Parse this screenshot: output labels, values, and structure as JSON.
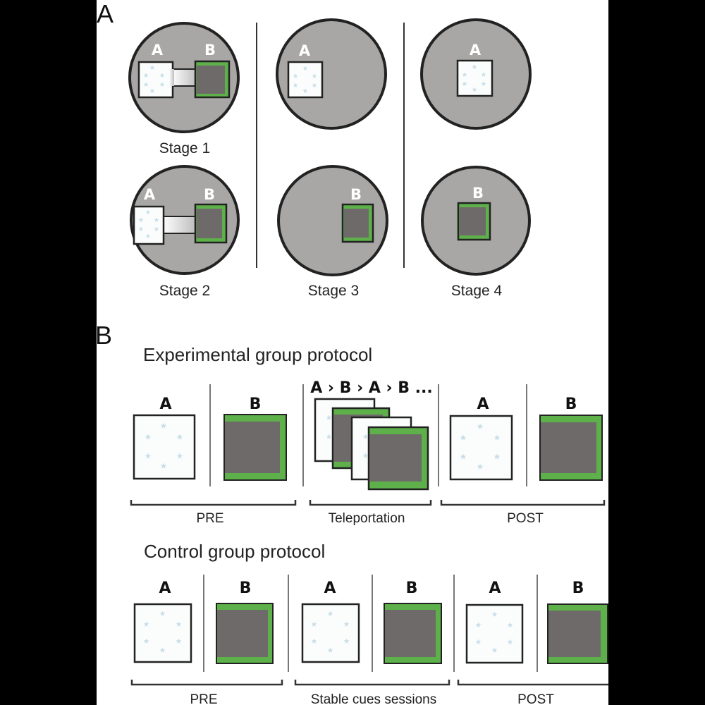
{
  "colors": {
    "arena_fill": "#a8a7a6",
    "arena_stroke": "#222222",
    "box_a_fill": "#fbfcfc",
    "box_b_fill": "#6e6a69",
    "green": "#5db04a",
    "star": "#c9dfe8",
    "divider": "#777777"
  },
  "panel_a": {
    "letter": "A",
    "stages": [
      {
        "label": "Stage 1",
        "letters": [
          "A",
          "B"
        ]
      },
      {
        "label": "Stage 2",
        "letters": [
          "A",
          "B"
        ]
      },
      {
        "label": "Stage 3",
        "letters": [
          "A",
          "B"
        ]
      },
      {
        "label": "Stage 4",
        "letters": [
          "A",
          "B"
        ]
      }
    ]
  },
  "panel_b": {
    "letter": "B",
    "experimental": {
      "title": "Experimental group protocol",
      "box_labels": [
        "A",
        "B",
        "A",
        "B"
      ],
      "sequence_label": "A › B › A › B ...",
      "phases": [
        "PRE",
        "Teleportation",
        "POST"
      ]
    },
    "control": {
      "title": "Control group protocol",
      "box_labels": [
        "A",
        "B",
        "A",
        "B",
        "A",
        "B"
      ],
      "phases": [
        "PRE",
        "Stable cues sessions",
        "POST"
      ]
    }
  }
}
